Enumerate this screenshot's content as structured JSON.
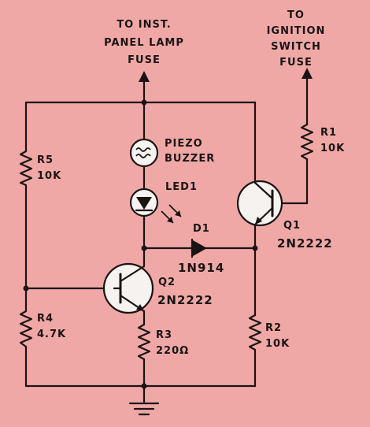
{
  "labels": {
    "inst_fuse": [
      "TO INST.",
      "PANEL LAMP",
      "FUSE"
    ],
    "ign_fuse": [
      "TO",
      "IGNITION",
      "SWITCH",
      "FUSE"
    ]
  },
  "components": {
    "piezo": {
      "name": [
        "PIEZO",
        "BUZZER"
      ]
    },
    "led": {
      "ref": "LED1"
    },
    "d1": {
      "ref": "D1",
      "value": "1N914"
    },
    "q1": {
      "ref": "Q1",
      "value": "2N2222"
    },
    "q2": {
      "ref": "Q2",
      "value": "2N2222"
    },
    "r1": {
      "ref": "R1",
      "value": "10K"
    },
    "r2": {
      "ref": "R2",
      "value": "10K"
    },
    "r3": {
      "ref": "R3",
      "value": "220Ω"
    },
    "r4": {
      "ref": "R4",
      "value": "4.7K"
    },
    "r5": {
      "ref": "R5",
      "value": "10K"
    }
  }
}
